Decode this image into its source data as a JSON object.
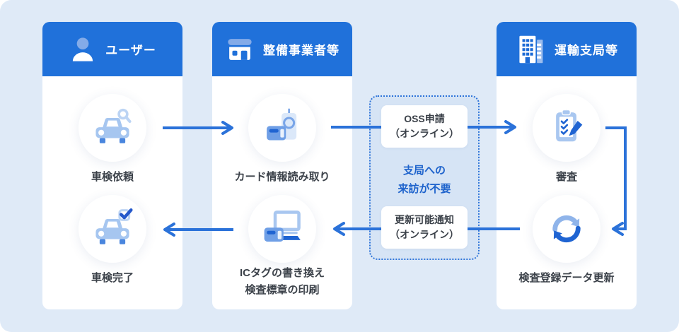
{
  "columns": [
    {
      "title": "ユーザー",
      "header_icon": "user-icon",
      "steps": [
        {
          "label": "車検依頼",
          "icon": "car-search-icon"
        },
        {
          "label": "車検完了",
          "icon": "car-check-icon"
        }
      ]
    },
    {
      "title": "整備事業者等",
      "header_icon": "shop-icon",
      "steps": [
        {
          "label": "カード情報読み取り",
          "icon": "card-reader-icon"
        },
        {
          "label_line1": "ICタグの書き換え",
          "label_line2": "検査標章の印刷",
          "icon": "pc-card-icon"
        }
      ]
    },
    {
      "title": "運輸支局等",
      "header_icon": "building-icon",
      "steps": [
        {
          "label": "審査",
          "icon": "clipboard-pencil-icon"
        },
        {
          "label": "検査登録データ更新",
          "icon": "sync-icon"
        }
      ]
    }
  ],
  "center_box": {
    "oss": {
      "line1": "OSS申請",
      "line2": "（オンライン）"
    },
    "note": {
      "line1": "支局への",
      "line2": "来訪が不要"
    },
    "renewal": {
      "line1": "更新可能通知",
      "line2": "（オンライン）"
    }
  },
  "colors": {
    "header_blue": "#2071da",
    "arrow_blue": "#2b72d9",
    "page_background": "#dfeaf7",
    "dotted_box_background": "#d6e4f5",
    "note_text": "#1e63cc",
    "icon_light_blue": "#a6c6f0",
    "icon_dark_blue": "#1f64d2"
  }
}
